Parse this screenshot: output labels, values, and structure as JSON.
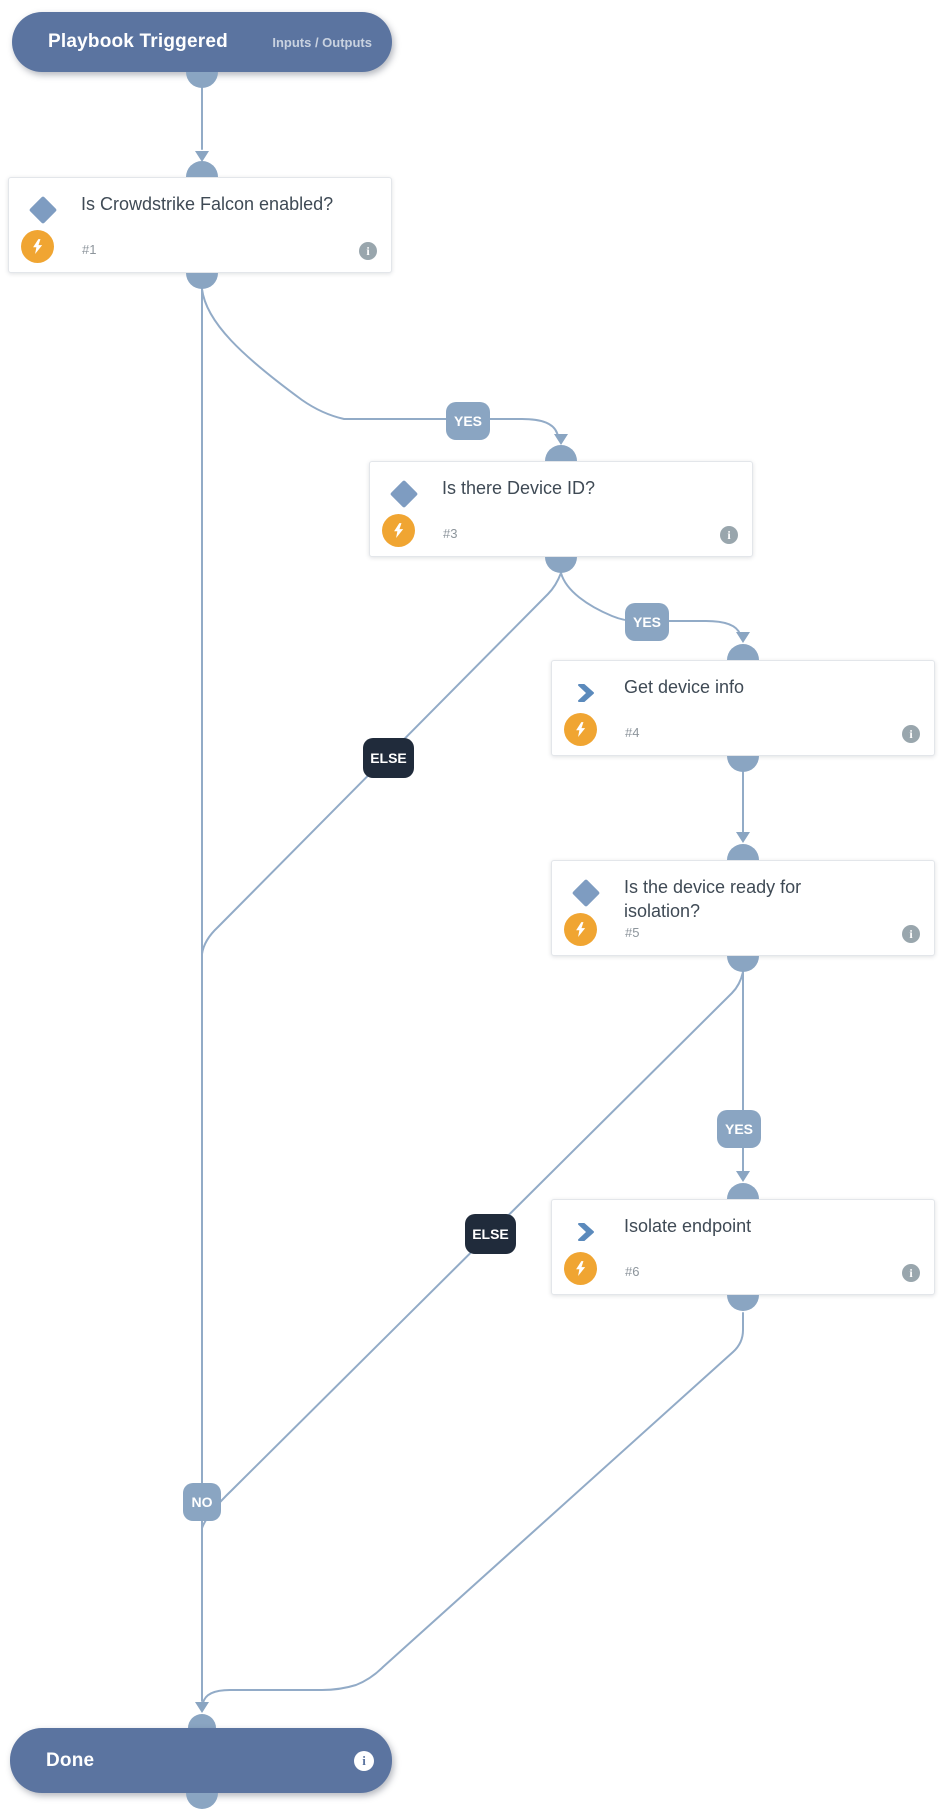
{
  "header": {
    "title": "Playbook Triggered",
    "action_label": "Inputs / Outputs"
  },
  "footer": {
    "title": "Done"
  },
  "nodes": [
    {
      "title": "Is Crowdstrike Falcon  enabled?",
      "number": "#1",
      "type": "condition"
    },
    {
      "title": "Is there Device ID?",
      "number": "#3",
      "type": "condition"
    },
    {
      "title": "Get device info",
      "number": "#4",
      "type": "task"
    },
    {
      "title": "Is the device ready for\nisolation?",
      "number": "#5",
      "type": "condition"
    },
    {
      "title": "Isolate endpoint",
      "number": "#6",
      "type": "task"
    }
  ],
  "edge_labels": {
    "yes": "YES",
    "no": "NO",
    "else": "ELSE"
  },
  "icons": {
    "info": "i"
  },
  "colors": {
    "pill_background": "#5b74a0",
    "connector_line": "#92abc7",
    "connector_nub": "#8aa5c2",
    "yes_no_label_background": "#8aa5c2",
    "else_label_background": "#202b3b",
    "condition_diamond": "#7e9cc1",
    "task_chevron": "#5b8abc",
    "automation_badge": "#f0a532",
    "card_title_text": "#3f4a55",
    "info_icon_gray": "#99a6ad"
  }
}
